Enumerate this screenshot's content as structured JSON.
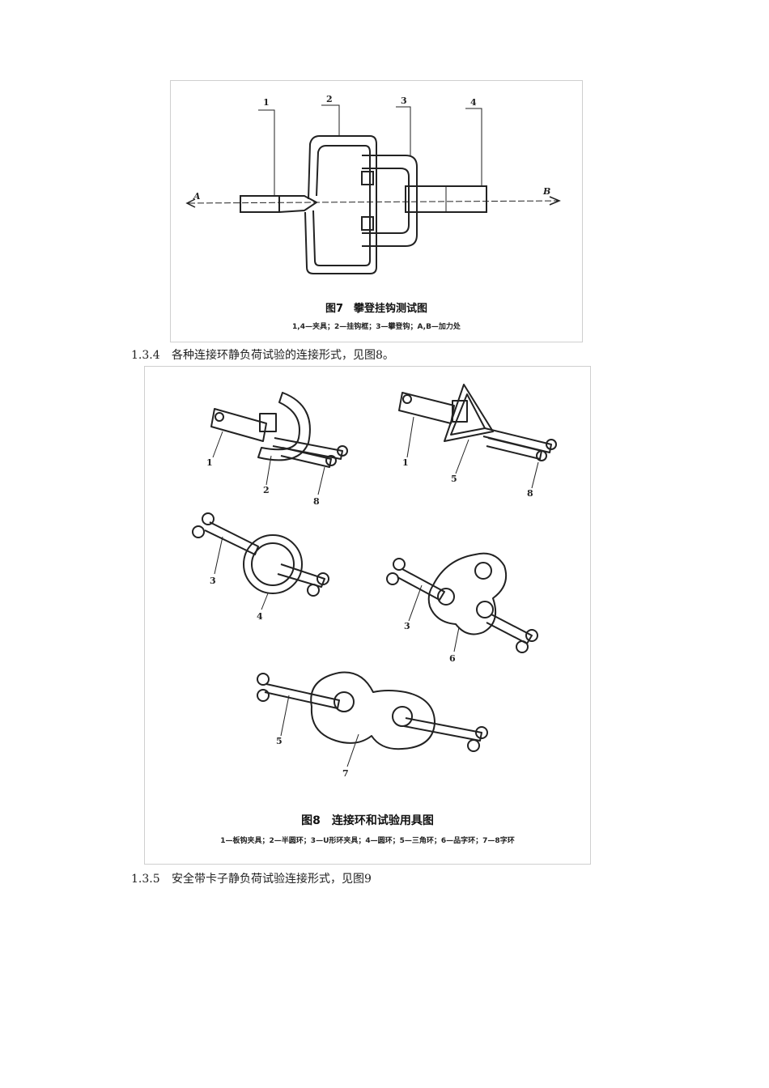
{
  "figure7": {
    "caption": "图7　攀登挂钩测试图",
    "legend": "1,4—夹具；2—挂钩框；3—攀登钩；A,B—加力处",
    "labels": {
      "n1": "1",
      "n2": "2",
      "n3": "3",
      "n4": "4",
      "a": "A",
      "b": "B"
    }
  },
  "para_134": {
    "number": "1.3.4",
    "text": "各种连接环静负荷试验的连接形式，见图8。"
  },
  "figure8": {
    "caption": "图8　连接环和试验用具图",
    "legend": "1—板钩夹具；2—半圆环；3—U形环夹具；4—圆环；5—三角环；6—品字环；7—8字环",
    "labels": {
      "a1": "1",
      "a2": "2",
      "a3": "8",
      "b1": "1",
      "b2": "5",
      "b3": "8",
      "c1": "3",
      "c2": "4",
      "d1": "3",
      "d2": "6",
      "e1": "5",
      "e2": "7"
    }
  },
  "para_135": {
    "number": "1.3.5",
    "text": "安全带卡子静负荷试验连接形式，见图9"
  }
}
